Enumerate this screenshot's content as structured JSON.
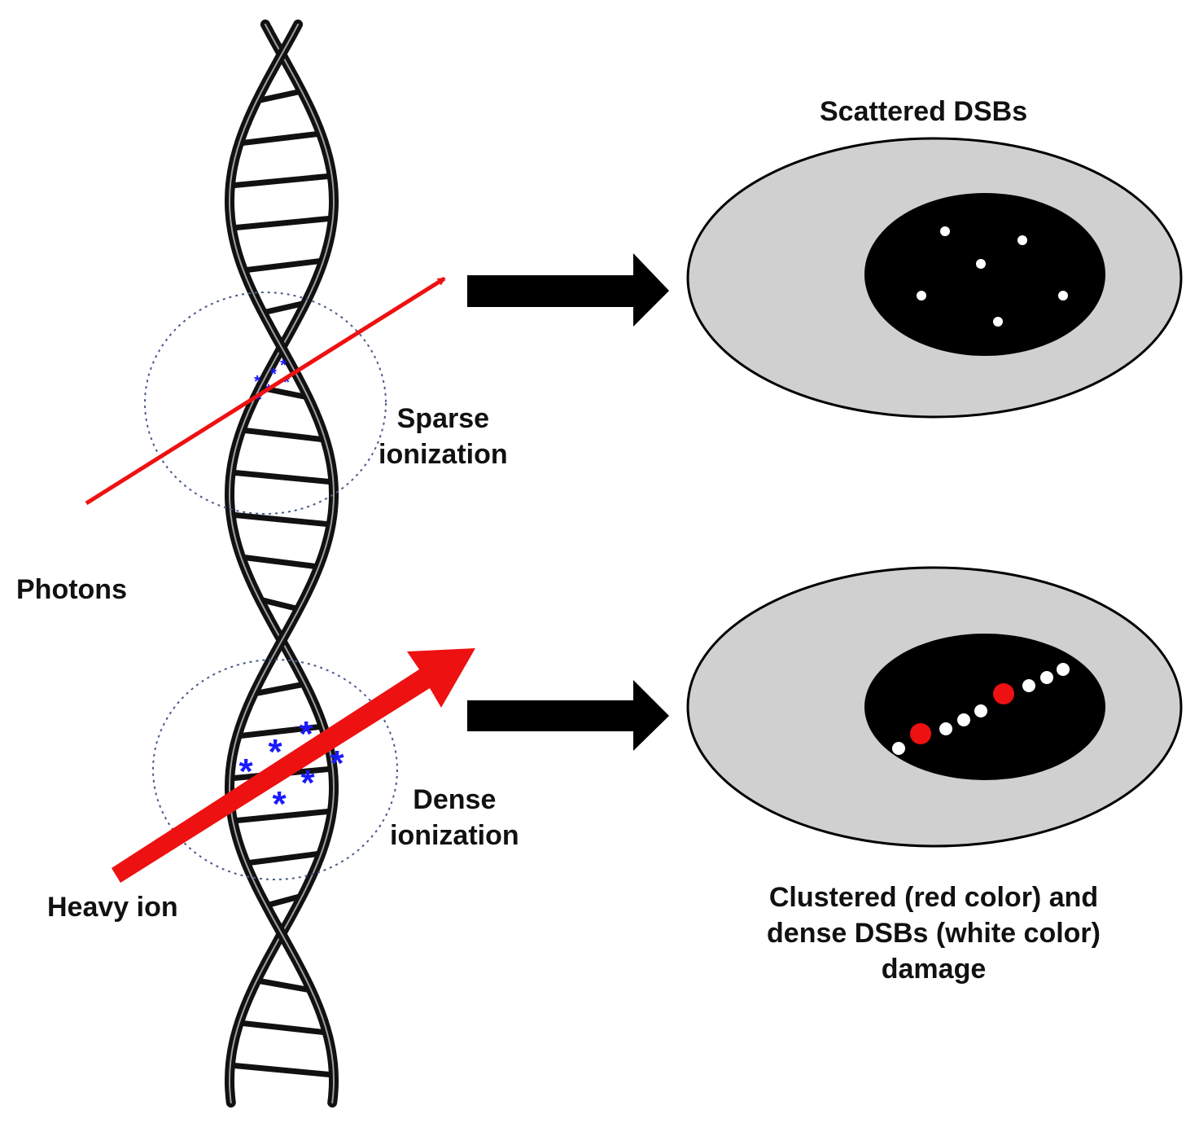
{
  "labels": {
    "photons": "Photons",
    "heavy_ion": "Heavy ion",
    "sparse_line1": "Sparse",
    "sparse_line2": "ionization",
    "dense_line1": "Dense",
    "dense_line2": "ionization",
    "scattered_title": "Scattered DSBs",
    "clustered_line1": "Clustered (red color) and",
    "clustered_line2": "dense DSBs (white color)",
    "clustered_line3": "damage"
  },
  "colors": {
    "ion_arrow": "#ee1111",
    "ionization_marks": "#1a1aff",
    "nucleus_outer": "#d0d0d0",
    "nucleus_inner": "#000000",
    "dsb_white": "#ffffff",
    "dsb_red": "#ee1111",
    "block_arrow": "#000000",
    "dna_strand": "#111111",
    "dotted_circle": "#4a5a8a"
  },
  "icons": [
    "dna-double-helix",
    "photon-arrow",
    "heavy-ion-arrow",
    "block-arrow",
    "cell-nucleus"
  ]
}
